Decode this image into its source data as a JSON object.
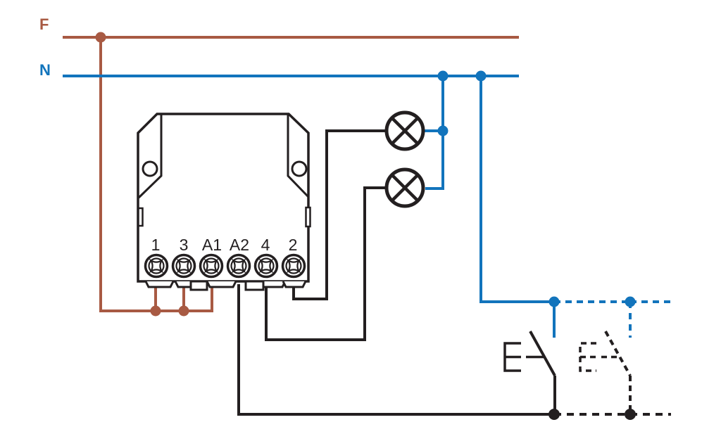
{
  "diagram": {
    "labels": {
      "phase": "F",
      "neutral": "N"
    },
    "terminals": [
      "1",
      "3",
      "A1",
      "A2",
      "4",
      "2"
    ],
    "colors": {
      "phase_wire": "#A85A43",
      "neutral_wire": "#1274BC",
      "signal_wire": "#231F20",
      "background": "#FFFFFF"
    },
    "icons": {
      "lamp": "circle-with-diagonal-cross",
      "terminal_screw": "cross-slot-screw-head",
      "junction": "filled-connection-dot",
      "switch": "normally-open-pushbutton",
      "switch_optional": "normally-open-pushbutton-dashed"
    }
  }
}
